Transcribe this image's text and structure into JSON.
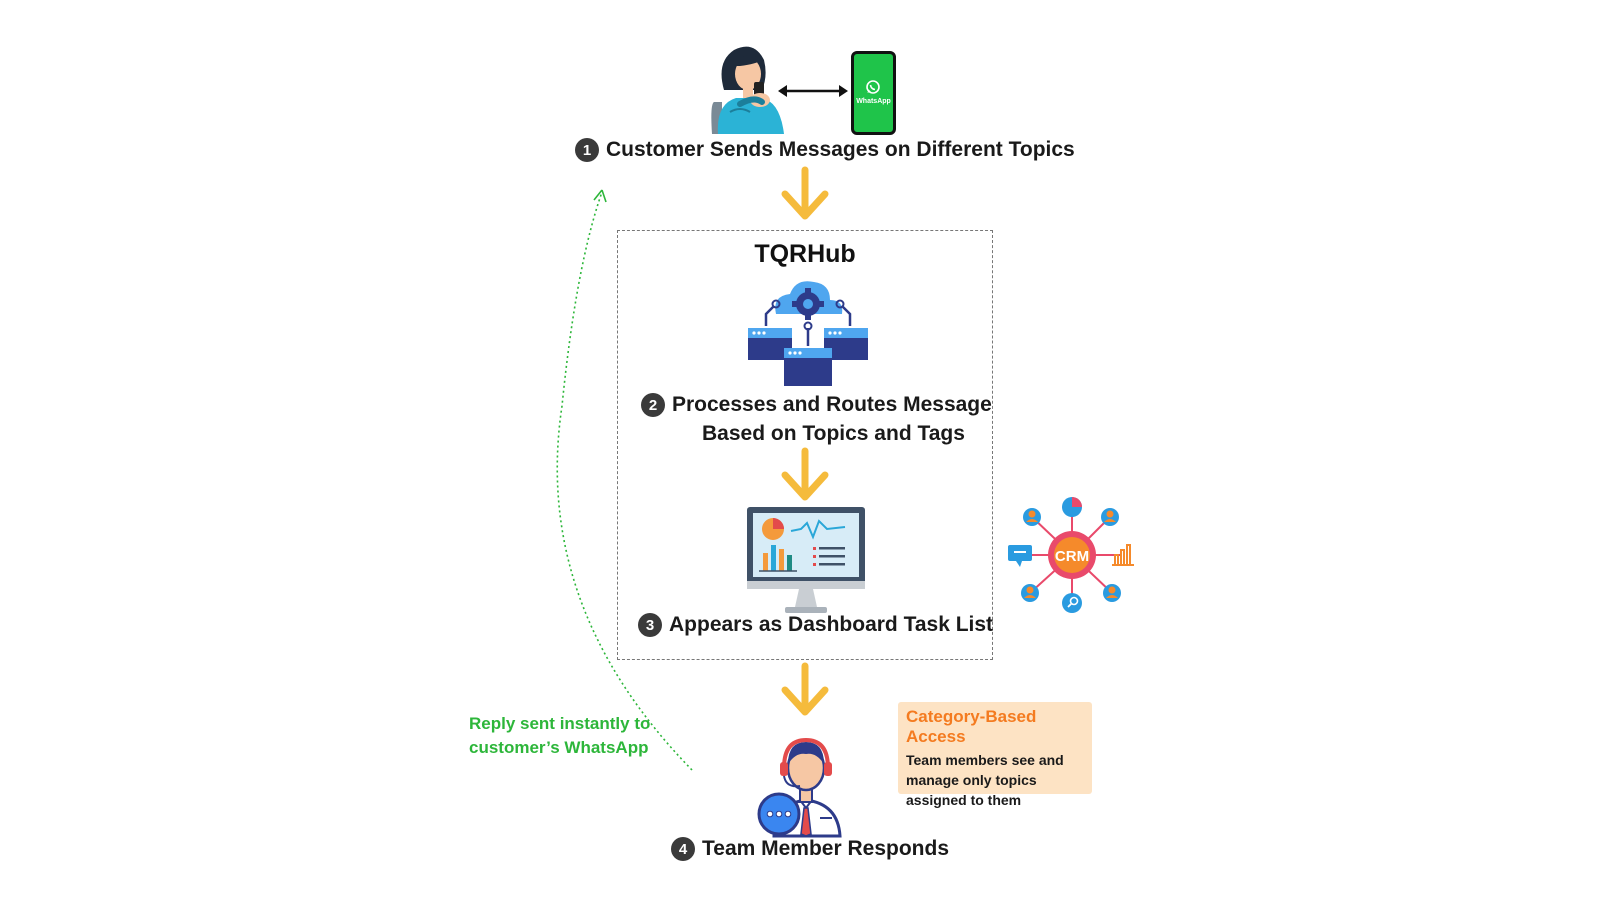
{
  "steps": [
    {
      "number": "1",
      "label": "Customer Sends Messages on Different Topics"
    },
    {
      "number": "2",
      "label_line1": "Processes and Routes Message",
      "label_line2": "Based on Topics and Tags"
    },
    {
      "number": "3",
      "label": "Appears as Dashboard Task List"
    },
    {
      "number": "4",
      "label": "Team Member Responds"
    }
  ],
  "hub": {
    "title": "TQRHub"
  },
  "phone": {
    "app_label": "WhatsApp"
  },
  "crm": {
    "label": "CRM"
  },
  "access_note": {
    "title": "Category-Based Access",
    "body_line1": "Team members see and",
    "body_line2": "manage only topics",
    "body_line3": "assigned to them"
  },
  "reply_note": {
    "line1": "Reply sent instantly to",
    "line2": "customer’s WhatsApp"
  },
  "colors": {
    "arrow": "#f5bb3c",
    "reply": "#2db63a",
    "access_title": "#f47b20",
    "access_bg": "#fde3c4",
    "whatsapp": "#1fc44a"
  }
}
